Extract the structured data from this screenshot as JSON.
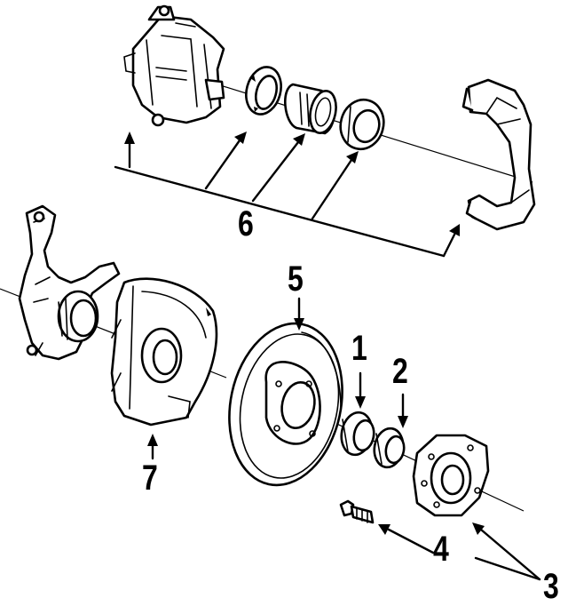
{
  "callouts": {
    "c1": "1",
    "c2": "2",
    "c3": "3",
    "c4": "4",
    "c5": "5",
    "c6": "6",
    "c7": "7"
  },
  "colors": {
    "line": "#000000",
    "background": "#ffffff"
  },
  "parts": [
    "brake-caliper",
    "piston-seal",
    "caliper-piston",
    "piston-boot",
    "caliper-mounting-bracket",
    "steering-knuckle",
    "splash-shield",
    "brake-rotor",
    "inner-bearing",
    "outer-bearing",
    "wheel-hub",
    "wheel-stud"
  ]
}
